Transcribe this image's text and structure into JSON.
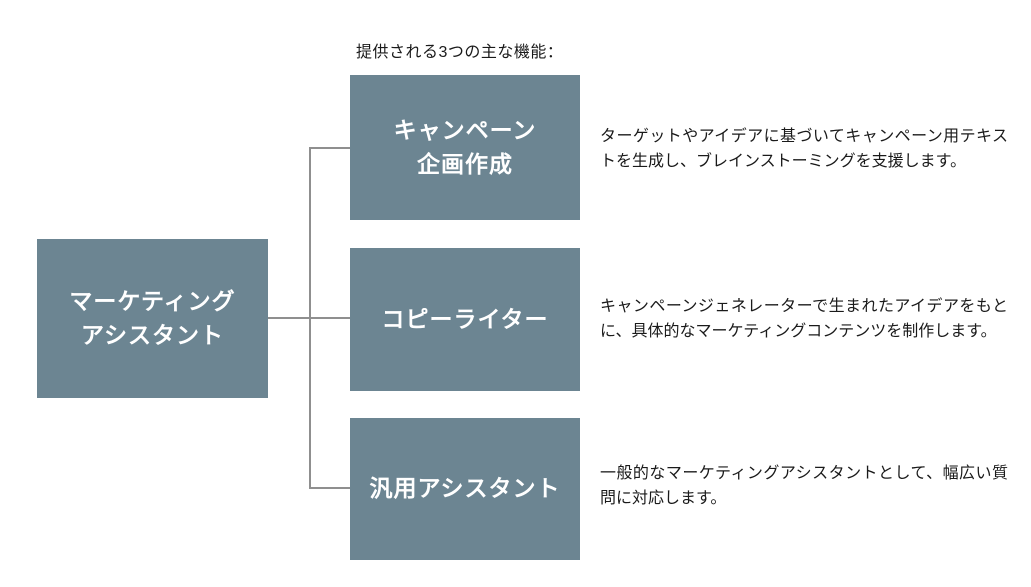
{
  "diagram": {
    "title": "提供される3つの主な機能：",
    "root": {
      "label": "マーケティング\nアシスタント"
    },
    "features": [
      {
        "label": "キャンペーン\n企画作成",
        "description": "ターゲットやアイデアに基づいてキャンペーン用テキストを生成し、ブレインストーミングを支援します。"
      },
      {
        "label": "コピーライター",
        "description": "キャンペーンジェネレーターで生まれたアイデアをもとに、具体的なマーケティングコンテンツを制作します。"
      },
      {
        "label": "汎用アシスタント",
        "description": "一般的なマーケティングアシスタントとして、幅広い質問に対応します。"
      }
    ],
    "colors": {
      "box_fill": "#6c8592",
      "box_text": "#ffffff",
      "connector": "#8f8f8f",
      "body_text": "#1a1a1a",
      "background": "#ffffff"
    }
  }
}
